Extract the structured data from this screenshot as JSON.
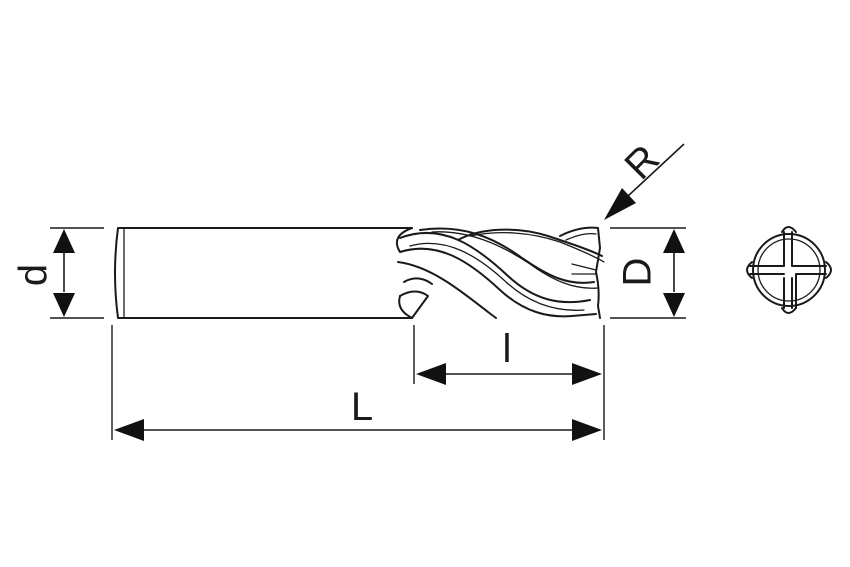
{
  "labels": {
    "shank_diameter": "d",
    "cutter_diameter": "D",
    "corner_radius": "R",
    "flute_length": "l",
    "overall_length": "L"
  }
}
